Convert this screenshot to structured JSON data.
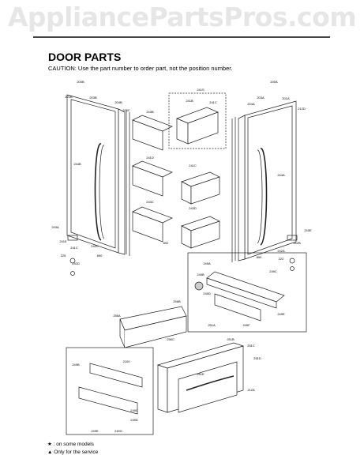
{
  "watermark": "AppliancePartsPros.com",
  "header": {
    "title": "DOOR PARTS",
    "caution": "CAUTION: Use the part number to order part, not the position number."
  },
  "legend": {
    "some_models": "★ : on some models",
    "service_only": "▲ Only for the service"
  },
  "callouts": [
    "200B",
    "201B",
    "203B",
    "204B",
    "205C",
    "241B",
    "241S",
    "241C",
    "203A",
    "204A",
    "200A",
    "201A",
    "212D",
    "243B",
    "241D",
    "241C",
    "244B",
    "244A",
    "243C",
    "243D",
    "243A",
    "243E",
    "241E",
    "241C",
    "242C",
    "242B",
    "225",
    "890",
    "242D",
    "892",
    "242A",
    "222",
    "890",
    "249A",
    "249B",
    "249C",
    "249D",
    "249E",
    "249F",
    "251A",
    "256A",
    "256B",
    "256C",
    "251B",
    "251C",
    "251D",
    "251E",
    "212A",
    "2100",
    "249B",
    "249C",
    "249D",
    "249E",
    "249G"
  ]
}
